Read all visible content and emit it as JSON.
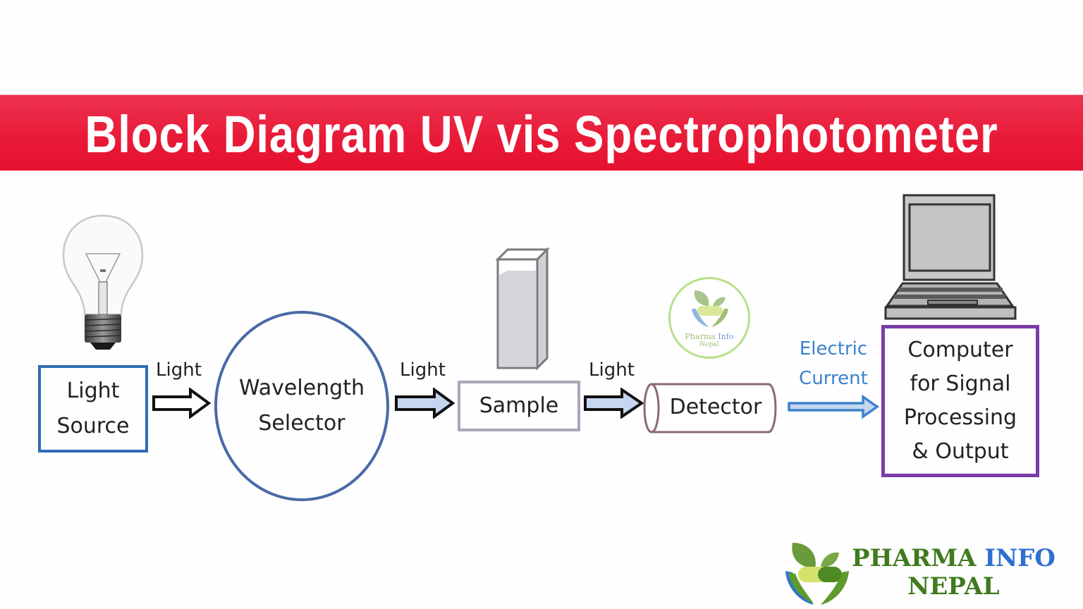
{
  "banner": {
    "title": "Block Diagram UV vis Spectrophotometer",
    "background_color": "#e81a37",
    "text_color": "#ffffff"
  },
  "diagram": {
    "blocks": [
      {
        "id": "light-source",
        "lines": [
          "Light",
          "Source"
        ],
        "shape": "rectangle",
        "border_color": "#2f6db2",
        "icon": "light-bulb-icon"
      },
      {
        "id": "wavelength-selector",
        "lines": [
          "Wavelength",
          "Selector"
        ],
        "shape": "circle",
        "border_color": "#4a6aa5"
      },
      {
        "id": "sample",
        "lines": [
          "Sample"
        ],
        "shape": "rectangle",
        "border_color": "#aaa6b8",
        "icon": "cuvette-icon"
      },
      {
        "id": "detector",
        "lines": [
          "Detector"
        ],
        "shape": "cylinder",
        "border_color": "#8a6a6e"
      },
      {
        "id": "computer",
        "lines": [
          "Computer",
          "for Signal",
          "Processing",
          "& Output"
        ],
        "shape": "rectangle",
        "border_color": "#7b3ca8",
        "icon": "laptop-icon"
      }
    ],
    "arrows": [
      {
        "from": "light-source",
        "to": "wavelength-selector",
        "label": "Light",
        "fill": "#ffffff"
      },
      {
        "from": "wavelength-selector",
        "to": "sample",
        "label": "Light",
        "fill": "#c5d6ee"
      },
      {
        "from": "sample",
        "to": "detector",
        "label": "Light",
        "fill": "#c5d6ee"
      },
      {
        "from": "detector",
        "to": "computer",
        "label_lines": [
          "Electric",
          "Current"
        ],
        "fill": "#c5d6ee",
        "color": "#3b82cc"
      }
    ]
  },
  "watermark": {
    "line1_a": "Pharma",
    "line1_b": "Info",
    "line2": "Nepal"
  },
  "brand": {
    "word1": "PHARMA",
    "word2": "INFO",
    "word3": "NEPAL",
    "green": "#3f7a1e",
    "blue": "#2e6fd0"
  }
}
